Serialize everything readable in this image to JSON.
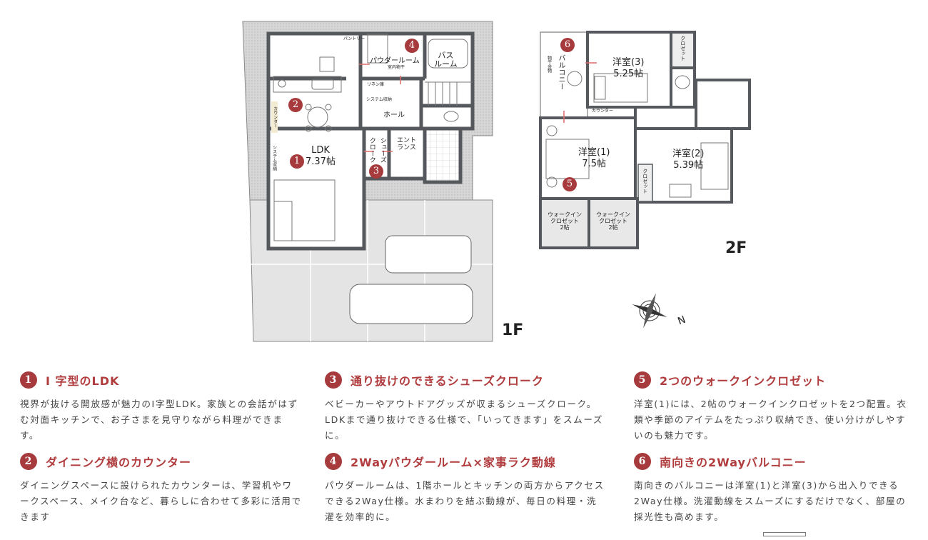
{
  "floor_1f": {
    "label": "1F",
    "rooms": {
      "pantry": "パントリー",
      "powder_room": "パウダールーム",
      "indoor_drying": "室内物干",
      "bath_room": [
        "バス",
        "ルーム"
      ],
      "linen": "リネン庫",
      "system_storage_hall": "システム収納",
      "hall": "ホール",
      "counter": "カウンター",
      "ldk": "LDK",
      "ldk_size": "7.37帖",
      "shoes_cloak_1": "クローク",
      "shoes_cloak_2": "シューズ",
      "entrance": [
        "エント",
        "ランス"
      ],
      "system_storage_ldk": "システム収納"
    }
  },
  "floor_2f": {
    "label": "2F",
    "rooms": {
      "balcony": "バルコニー",
      "drying_hardware": "物干金物",
      "room3": "洋室(3)",
      "room3_size": "5.25帖",
      "closet3": "クロゼット",
      "counter": "カウンター",
      "room1": "洋室(1)",
      "room1_size": "7.5帖",
      "room2": "洋室(2)",
      "room2_size": "5.39帖",
      "closet2": "クロゼット",
      "wic1": [
        "ウォークイン",
        "クロゼット",
        "2帖"
      ],
      "wic2": [
        "ウォークイン",
        "クロゼット",
        "2帖"
      ]
    }
  },
  "markers": [
    "1",
    "2",
    "3",
    "4",
    "5",
    "6"
  ],
  "compass_letter": "N",
  "colors": {
    "accent": "#a63a3c",
    "heading": "#b03c3e",
    "wall": "#55585c",
    "site": "#dcdcdc"
  },
  "features": [
    {
      "num": "1",
      "title": "I 字型のLDK",
      "body": "視界が抜ける開放感が魅力のI字型LDK。家族との会話がはずむ対面キッチンで、お子さまを見守りながら料理ができます。"
    },
    {
      "num": "2",
      "title": "ダイニング横のカウンター",
      "body": "ダイニングスペースに設けられたカウンターは、学習机やワークスペース、メイク台など、暮らしに合わせて多彩に活用できます"
    },
    {
      "num": "3",
      "title": "通り抜けのできるシューズクローク",
      "body": "ベビーカーやアウトドアグッズが収まるシューズクローク。LDKまで通り抜けできる仕様で、「いってきます」をスムーズに。"
    },
    {
      "num": "4",
      "title": "2Wayパウダールーム×家事ラク動線",
      "body": "パウダールームは、1階ホールとキッチンの両方からアクセスできる2Way仕様。水まわりを結ぶ動線が、毎日の料理・洗濯を効率的に。"
    },
    {
      "num": "5",
      "title": "2つのウォークインクロゼット",
      "body": "洋室(1)には、2帖のウォークインクロゼットを2つ配置。衣類や季節のアイテムをたっぷり収納でき、使い分けがしやすいのも魅力です。"
    },
    {
      "num": "6",
      "title": "南向きの2Wayバルコニー",
      "body": "南向きのバルコニーは洋室(1)と洋室(3)から出入りできる2Way仕様。洗濯動線をスムーズにするだけでなく、部屋の採光性も高めます。"
    }
  ]
}
